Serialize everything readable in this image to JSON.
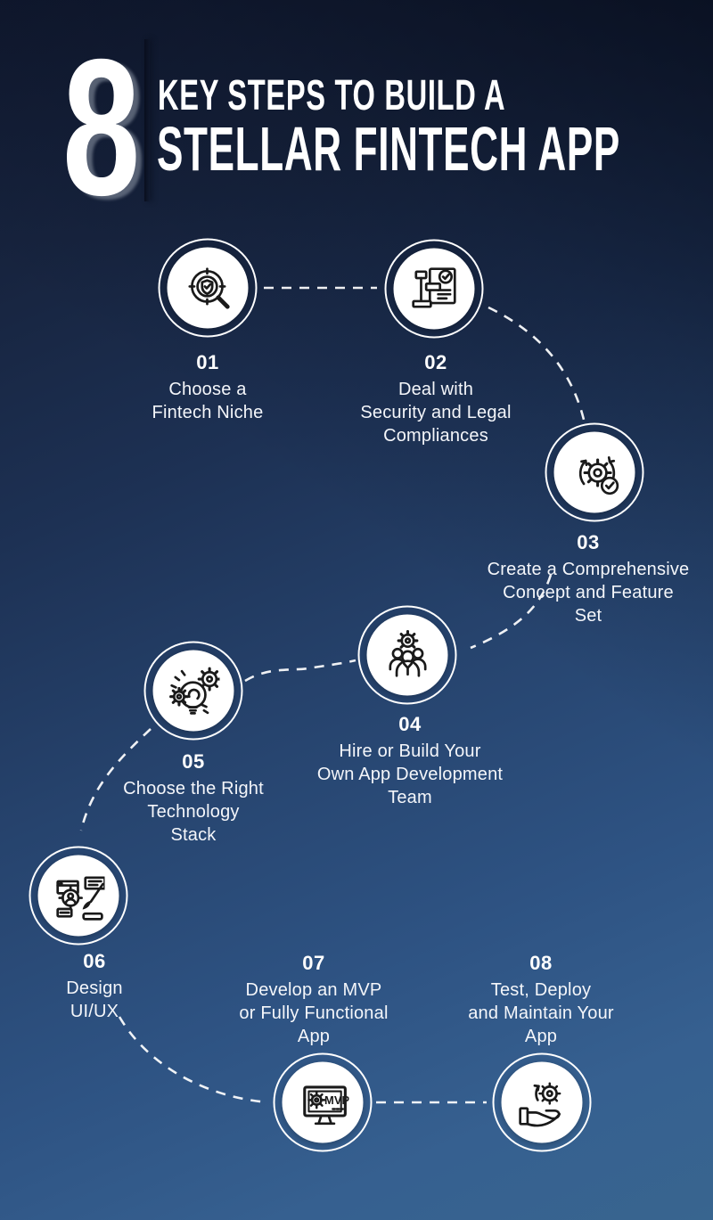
{
  "header": {
    "big_number": "8",
    "title_line1": "KEY STEPS TO BUILD A",
    "title_line2": "STELLAR FINTECH APP"
  },
  "steps": [
    {
      "number": "01",
      "label": "Choose a\nFintech Niche",
      "icon": "magnifier-target-shield-icon"
    },
    {
      "number": "02",
      "label": "Deal with\nSecurity and Legal\nCompliances",
      "icon": "gavel-document-icon"
    },
    {
      "number": "03",
      "label": "Create a Comprehensive\nConcept and Feature\nSet",
      "icon": "gear-cycle-check-icon"
    },
    {
      "number": "04",
      "label": "Hire or Build Your\nOwn App Development\nTeam",
      "icon": "team-gear-icon"
    },
    {
      "number": "05",
      "label": "Choose the Right\nTechnology\nStack",
      "icon": "bulb-gears-icon"
    },
    {
      "number": "06",
      "label": "Design\nUI/UX",
      "icon": "wireframe-brush-icon"
    },
    {
      "number": "07",
      "label": "Develop an MVP\nor Fully Functional\nApp",
      "icon": "mvp-monitor-icon",
      "icon_text": "MVP"
    },
    {
      "number": "08",
      "label": "Test, Deploy\nand Maintain Your\nApp",
      "icon": "hand-gear-icon"
    }
  ],
  "colors": {
    "background_dark": "#111a31",
    "background_light": "#38658f",
    "circle_fill": "#ffffff",
    "ring_stroke": "#ffffff",
    "connector": "#ffffff",
    "icon_stroke": "#1a1a1a",
    "text": "#ffffff"
  }
}
